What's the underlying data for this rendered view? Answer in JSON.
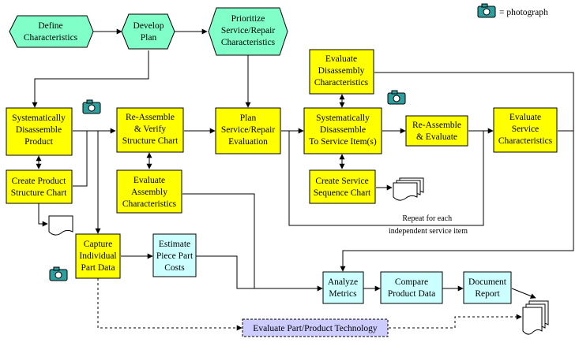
{
  "legend": {
    "label": "= photograph"
  },
  "notes": {
    "repeat_line1": "Repeat for each",
    "repeat_line2": "independent service item"
  },
  "nodes": {
    "define": [
      "Define",
      "Characteristics"
    ],
    "develop": [
      "Develop",
      "Plan"
    ],
    "prioritize": [
      "Prioritize",
      "Service/Repair",
      "Characteristics"
    ],
    "sys_disassemble": [
      "Systematically",
      "Disassemble",
      "Product"
    ],
    "create_psc": [
      "Create Product",
      "Structure Chart"
    ],
    "reassemble_verify": [
      "Re-Assemble",
      "& Verify",
      "Structure Chart"
    ],
    "eval_assembly": [
      "Evaluate",
      "Assembly",
      "Characteristics"
    ],
    "plan_service": [
      "Plan",
      "Service/Repair",
      "Evaluation"
    ],
    "eval_disassembly": [
      "Evaluate",
      "Disassembly",
      "Characteristics"
    ],
    "sys_disassemble_service": [
      "Systematically",
      "Disassemble",
      "To Service Item(s)"
    ],
    "create_ssc": [
      "Create Service",
      "Sequence Chart"
    ],
    "reassemble_evaluate": [
      "Re-Assemble",
      "& Evaluate"
    ],
    "eval_service": [
      "Evaluate",
      "Service",
      "Characteristics"
    ],
    "capture": [
      "Capture",
      "Individual",
      "Part Data"
    ],
    "estimate": [
      "Estimate",
      "Piece Part",
      "Costs"
    ],
    "analyze": [
      "Analyze",
      "Metrics"
    ],
    "compare": [
      "Compare",
      "Product Data"
    ],
    "document": [
      "Document",
      "Report"
    ],
    "eval_tech": [
      "Evaluate Part/Product Technology"
    ]
  },
  "colors": {
    "yellow": "#FFFF00",
    "mint": "#80FFC8",
    "cyan": "#CCFFFF",
    "lavender": "#CCCCFF",
    "camera": "#2E9E9E"
  }
}
